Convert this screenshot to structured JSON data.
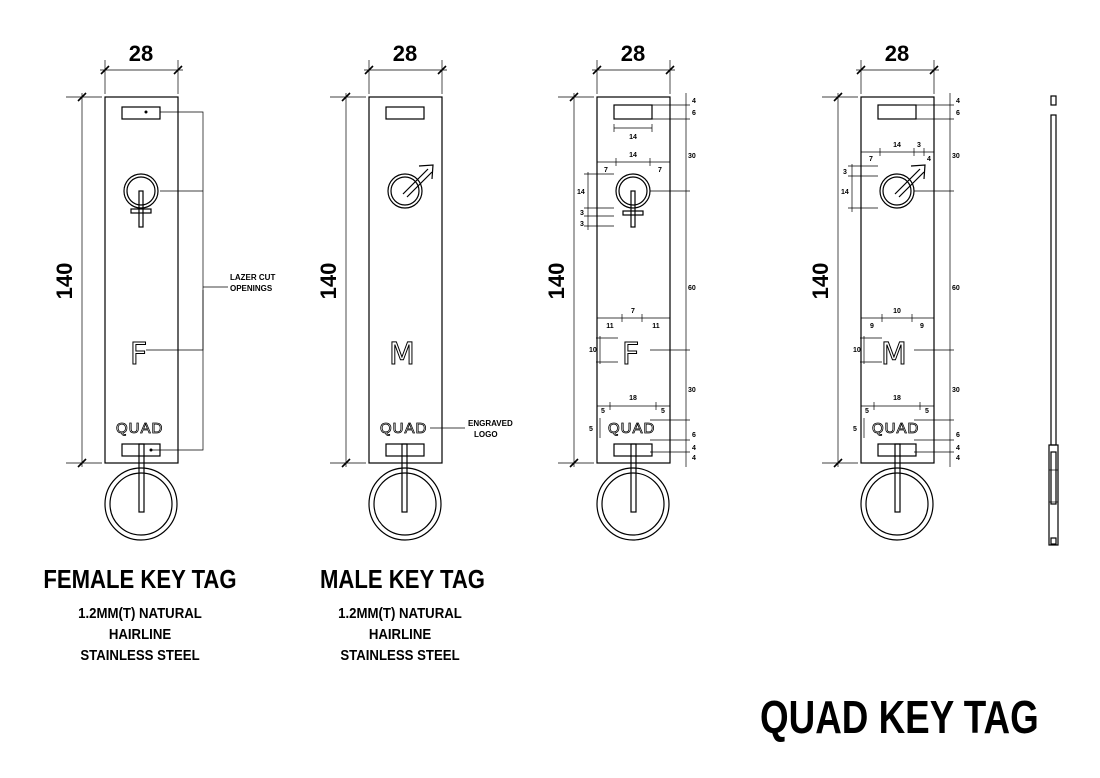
{
  "dimensions": {
    "width": "28",
    "height": "140",
    "top_slot_h": "4",
    "top_gap": "6",
    "to_symbol": "30",
    "mid": "60",
    "to_logo": "30",
    "logo_gap": "6",
    "bottom_a": "4",
    "bottom_b": "4",
    "f_slot_w": "14",
    "f_sym_w": "14",
    "f_sym_side_l": "7",
    "f_sym_side_r": "7",
    "f_sym_h": "14",
    "f_cross_a": "3",
    "f_cross_b": "3",
    "f_letter_w": "7",
    "f_letter_side_l": "11",
    "f_letter_side_r": "11",
    "f_letter_h": "10",
    "f_logo_w": "18",
    "f_logo_side_l": "5",
    "f_logo_side_r": "5",
    "f_logo_h": "5",
    "m_sym_w": "14",
    "m_sym_l": "7",
    "m_sym_r": "4",
    "m_sym_arrow": "3",
    "m_sym_top": "3",
    "m_sym_h": "14",
    "m_letter_w": "10",
    "m_letter_l": "9",
    "m_letter_r": "9",
    "m_letter_h": "10",
    "m_logo_w": "18",
    "m_logo_l": "5",
    "m_logo_r": "5",
    "m_logo_h": "5"
  },
  "annotations": {
    "lazer_cut_1": "LAZER CUT",
    "lazer_cut_2": "OPENINGS",
    "engraved_1": "ENGRAVED",
    "engraved_2": "LOGO"
  },
  "tag": {
    "logo_text": "QUAD",
    "female_letter": "F",
    "male_letter": "M"
  },
  "labels": {
    "female_title": "FEMALE KEY TAG",
    "female_spec_1": "1.2MM(T) NATURAL",
    "female_spec_2": "HAIRLINE",
    "female_spec_3": "STAINLESS STEEL",
    "male_title": "MALE KEY TAG",
    "male_spec_1": "1.2MM(T) NATURAL",
    "male_spec_2": "HAIRLINE",
    "male_spec_3": "STAINLESS STEEL"
  },
  "sheet_title": "QUAD KEY TAG"
}
